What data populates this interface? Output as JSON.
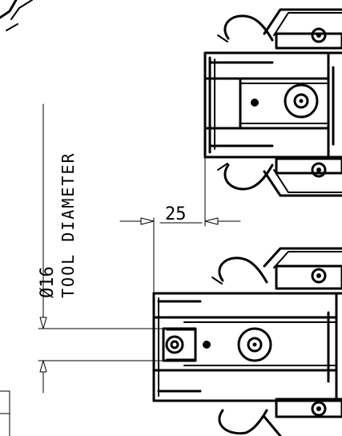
{
  "drawing": {
    "dimension_offset": "25",
    "diameter_label": "Ø16",
    "diameter_caption": "TOOL DIAMETER"
  }
}
